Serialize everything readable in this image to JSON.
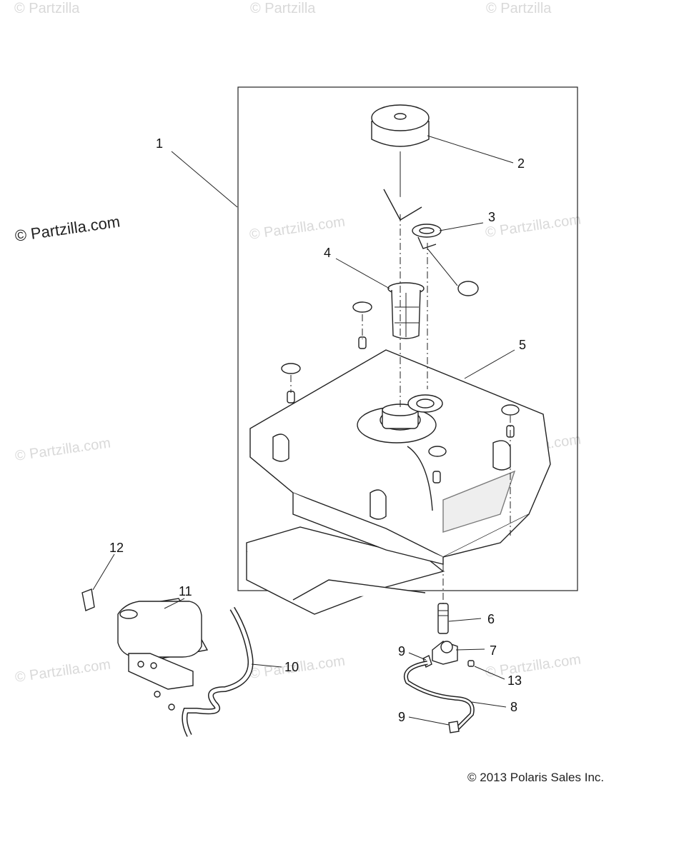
{
  "watermark": {
    "text": "© Partzilla.com",
    "top_fragment": "© Partzilla"
  },
  "callouts": {
    "c1": "1",
    "c2": "2",
    "c3": "3",
    "c4": "4",
    "c5": "5",
    "c6": "6",
    "c7": "7",
    "c8": "8",
    "c9a": "9",
    "c9b": "9",
    "c10": "10",
    "c11": "11",
    "c12": "12",
    "c13": "13"
  },
  "copyright": "© 2013 Polaris Sales Inc."
}
